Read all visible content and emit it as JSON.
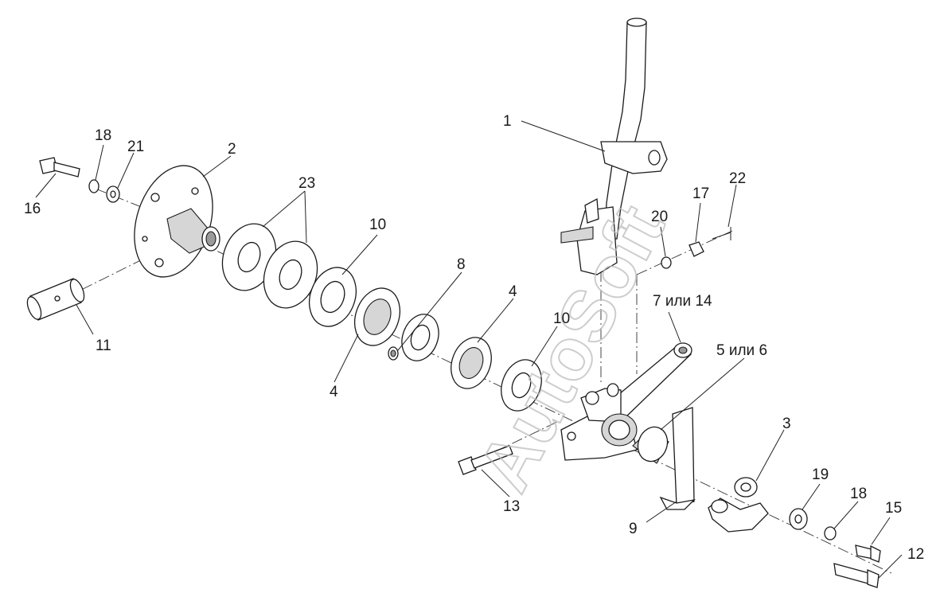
{
  "watermark": "AutoSoft",
  "callouts": {
    "c1": "1",
    "c2": "2",
    "c3": "3",
    "c4a": "4",
    "c4b": "4",
    "c5": "5 или 6",
    "c7": "7 или 14",
    "c8": "8",
    "c9": "9",
    "c10a": "10",
    "c10b": "10",
    "c11": "11",
    "c12": "12",
    "c13": "13",
    "c15": "15",
    "c16": "16",
    "c17": "17",
    "c18a": "18",
    "c18b": "18",
    "c19": "19",
    "c20": "20",
    "c21": "21",
    "c22": "22",
    "c23": "23"
  }
}
